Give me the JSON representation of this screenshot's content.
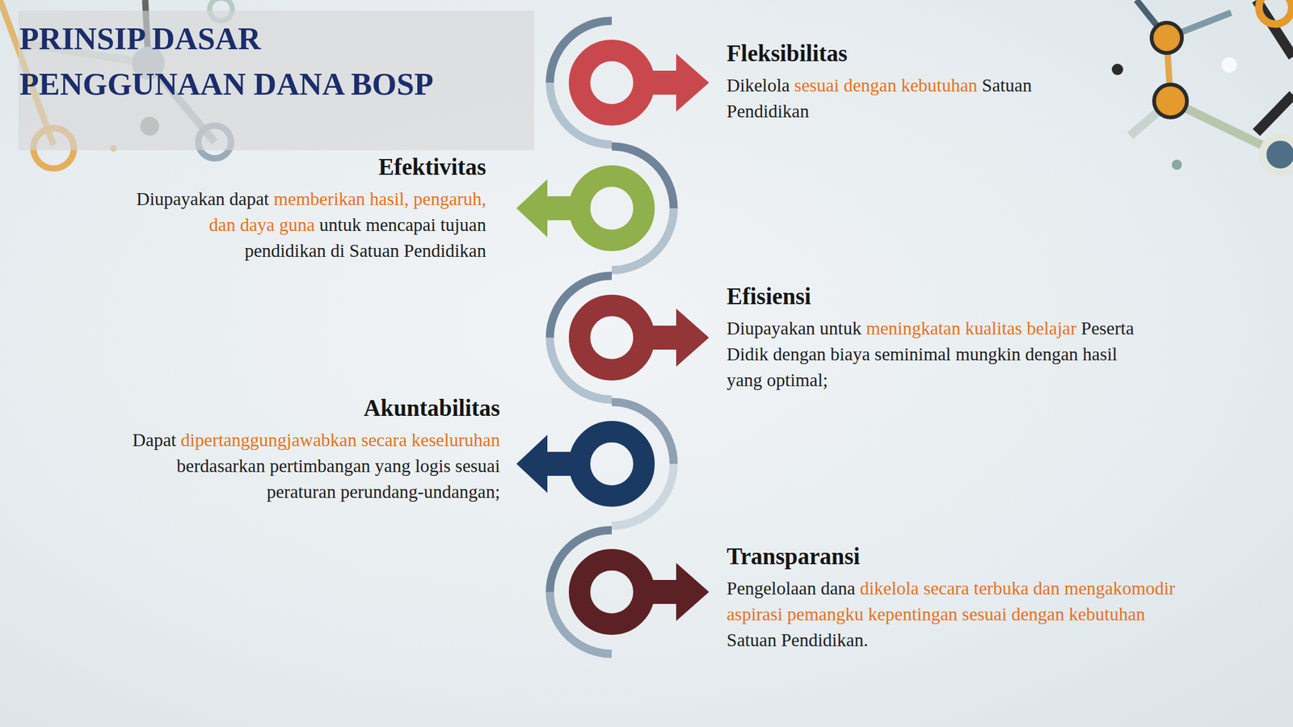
{
  "diagram": {
    "title": "PRINSIP DASAR PENGGUNAAN DANA BOSP",
    "nodes": [
      {
        "text": [
          "Fleksibilitas",
          "Dikelola sesuai dengan kebutuhan Satuan Pendidikan"
        ]
      },
      {
        "text": [
          "Efektivitas",
          "Diupayakan dapat memberikan hasil, pengaruh, dan daya guna untuk mencapai tujuan pendidikan di Satuan Pendidikan"
        ]
      },
      {
        "text": [
          "Efisiensi",
          "Diupayakan untuk meningkatan kualitas belajar Peserta Didik dengan biaya seminimal mungkin dengan hasil yang optimal;"
        ]
      },
      {
        "text": [
          "Akuntabilitas",
          "Dapat dipertanggungjawabkan secara keseluruhan berdasarkan pertimbangan yang logis sesuai peraturan perundang-undangan;"
        ]
      },
      {
        "text": [
          "Transparansi",
          "Pengelolaan dana dikelola secara terbuka dan mengakomodir aspirasi pemangku kepentingan sesuai dengan kebutuhan Satuan Pendidikan."
        ]
      }
    ]
  }
}
